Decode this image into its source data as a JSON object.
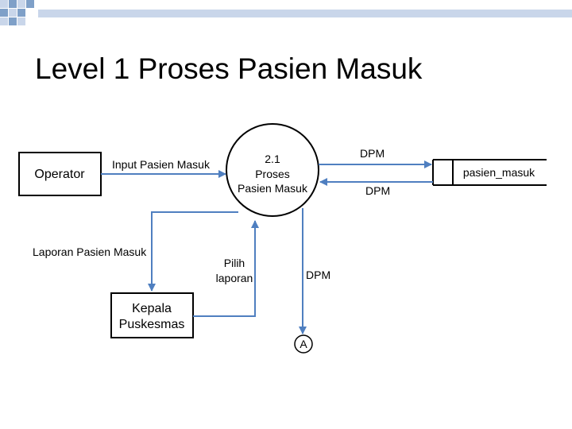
{
  "slide": {
    "title": "Level 1 Proses Pasien Masuk"
  },
  "diagram": {
    "process": {
      "number": "2.1",
      "name_line1": "Proses",
      "name_line2": "Pasien Masuk"
    },
    "entities": {
      "operator": "Operator",
      "kepala_line1": "Kepala",
      "kepala_line2": "Puskesmas"
    },
    "datastore": {
      "name": "pasien_masuk"
    },
    "connector": {
      "label": "A"
    },
    "flows": {
      "input_pasien_masuk": "Input Pasien Masuk",
      "dpm_to_store": "DPM",
      "dpm_from_store": "DPM",
      "laporan_pasien_masuk": "Laporan Pasien Masuk",
      "pilih_line1": "Pilih",
      "pilih_line2": "laporan",
      "dpm_to_connector": "DPM"
    }
  },
  "colors": {
    "arrow": "#4f7fc0",
    "stroke": "#000000",
    "deco_dark": "#7fa0c8",
    "deco_light": "#c9d6ea"
  }
}
